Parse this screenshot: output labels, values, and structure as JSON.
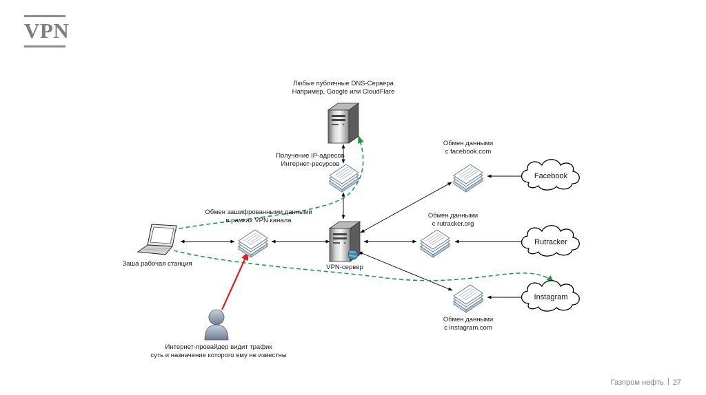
{
  "slide": {
    "title": "VPN",
    "footer_company": "Газпром нефть",
    "page_number": "27"
  },
  "nodes": {
    "dns": {
      "line1": "Любые публичные DNS-Сервера",
      "line2": "Например, Google или CloudFlare"
    },
    "ip_lookup": {
      "line1": "Получение IP-адресов",
      "line2": "Интернет-ресурсов"
    },
    "vpn_channel": {
      "line1": "Обмен зашифрованными данными",
      "line2": "в рамках VPN канала"
    },
    "workstation": {
      "label": "Заша рабочая станция"
    },
    "vpn_server": {
      "label": "VPN-сервер"
    },
    "isp": {
      "line1": "Интернет-провайдер видит трафик",
      "line2": "суть и назначение которого ему не известны"
    },
    "facebook_exchange": {
      "line1": "Обмен данными",
      "line2": "с facebook.com"
    },
    "rutracker_exchange": {
      "line1": "Обмен данными",
      "line2": "с rutracker.org"
    },
    "instagram_exchange": {
      "line1": "Обмен данными",
      "line2": "с instagram.com"
    },
    "clouds": {
      "facebook": "Facebook",
      "rutracker": "Rutracker",
      "instagram": "Instagram"
    }
  }
}
